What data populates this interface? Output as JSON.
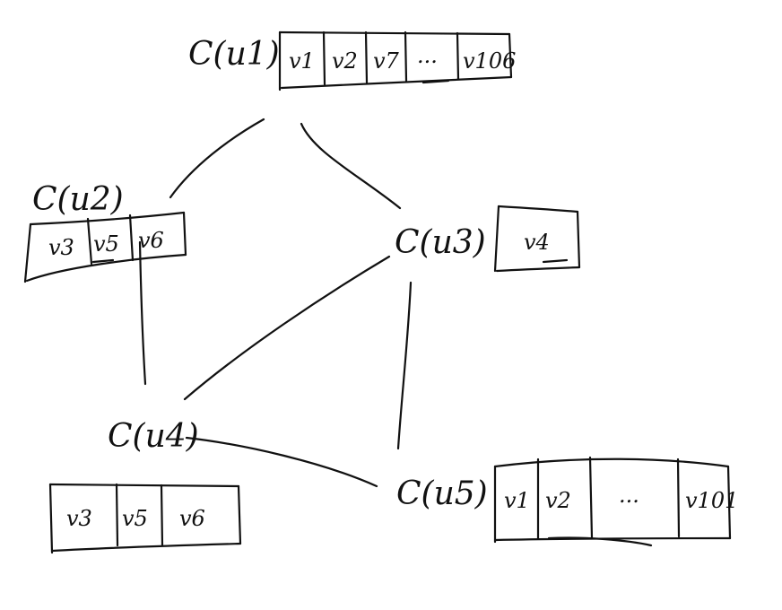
{
  "nodes": [
    {
      "id": "u1",
      "label": "C(u1)",
      "cells": [
        "v1",
        "v2",
        "v7",
        "...",
        "v106"
      ]
    },
    {
      "id": "u2",
      "label": "C(u2)",
      "cells": [
        "v3",
        "v5",
        "v6"
      ]
    },
    {
      "id": "u3",
      "label": "C(u3)",
      "cells": [
        "v4"
      ]
    },
    {
      "id": "u4",
      "label": "C(u4)",
      "cells": [
        "v3",
        "v5",
        "v6"
      ]
    },
    {
      "id": "u5",
      "label": "C(u5)",
      "cells": [
        "v1",
        "v2",
        "...",
        "v101"
      ]
    }
  ],
  "edges": [
    [
      "u1",
      "u2"
    ],
    [
      "u1",
      "u3"
    ],
    [
      "u2",
      "u4"
    ],
    [
      "u3",
      "u4"
    ],
    [
      "u3",
      "u5"
    ],
    [
      "u4",
      "u5"
    ]
  ]
}
